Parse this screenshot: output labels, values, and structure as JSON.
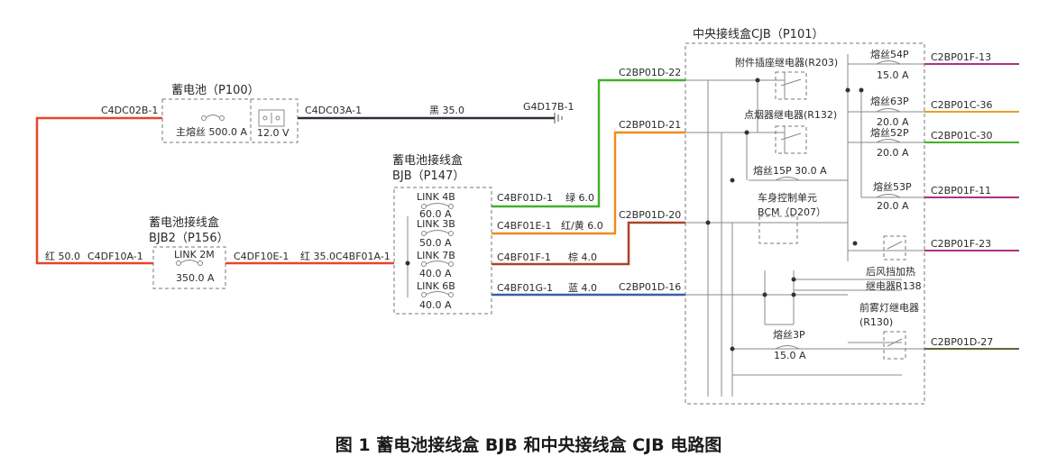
{
  "caption": "图 1 蓄电池接线盒 BJB 和中央接线盒 CJB 电路图",
  "battery": {
    "title": "蓄电池（P100）",
    "fuse": "主熔丝 500.0 A",
    "voltage": "12.0 V"
  },
  "bjb2": {
    "title1": "蓄电池接线盒",
    "title2": "BJB2（P156）",
    "link": "LINK 2M",
    "link_rating": "350.0 A"
  },
  "bjb": {
    "title1": "蓄电池接线盒",
    "title2": "BJB（P147）",
    "links": [
      {
        "name": "LINK 4B",
        "rating": "60.0 A"
      },
      {
        "name": "LINK 3B",
        "rating": "50.0 A"
      },
      {
        "name": "LINK 7B",
        "rating": "40.0 A"
      },
      {
        "name": "LINK 6B",
        "rating": "40.0 A"
      }
    ]
  },
  "cjb": {
    "title": "中央接线盒CJB（P101）",
    "relay_r203": "附件插座继电器(R203)",
    "relay_r132": "点烟器继电器(R132)",
    "fuse15p": "熔丝15P 30.0 A",
    "bcm1": "车身控制单元",
    "bcm2": "BCM（D207）",
    "fuse54p": "熔丝54P",
    "fuse54p_rating": "15.0 A",
    "fuse63p": "熔丝63P",
    "fuse63p_rating": "20.0 A",
    "fuse52p": "熔丝52P",
    "fuse52p_rating": "20.0 A",
    "fuse53p": "熔丝53P",
    "fuse53p_rating": "20.0 A",
    "relay_r138_1": "后风挡加热",
    "relay_r138_2": "继电器R138",
    "relay_r130_1": "前雾灯继电器",
    "relay_r130_2": "(R130)",
    "fuse3p": "熔丝3P",
    "fuse3p_rating": "15.0 A"
  },
  "wires": {
    "c4dc02b": "C4DC02B-1",
    "c4dc03a": "C4DC03A-1",
    "black35": "黑 35.0",
    "g4d17b": "G4D17B-1",
    "red50": "红 50.0",
    "c4df10a": "C4DF10A-1",
    "c4df10e": "C4DF10E-1",
    "red35": "红 35.0",
    "c4bf01a": "C4BF01A-1",
    "c4bf01d": "C4BF01D-1",
    "green6": "绿 6.0",
    "c4bf01e": "C4BF01E-1",
    "redyellow6": "红/黄 6.0",
    "c4bf01f": "C4BF01F-1",
    "brown4": "棕 4.0",
    "c4bf01g": "C4BF01G-1",
    "blue4": "蓝 4.0",
    "c2bp01d22": "C2BP01D-22",
    "c2bp01d21": "C2BP01D-21",
    "c2bp01d20": "C2BP01D-20",
    "c2bp01d16": "C2BP01D-16",
    "c2bp01f13": "C2BP01F-13",
    "c2bp01c36": "C2BP01C-36",
    "c2bp01c30": "C2BP01C-30",
    "c2bp01f11": "C2BP01F-11",
    "c2bp01f23": "C2BP01F-23",
    "c2bp01d27": "C2BP01D-27"
  },
  "colors": {
    "red": "#e8452a",
    "black": "#2b2b3a",
    "green": "#43b02a",
    "orange": "#f08a1c",
    "brown": "#a8452a",
    "blue": "#3a5fa8",
    "purple": "#b0307a",
    "amber": "#e8a020",
    "olive": "#5a6a3a"
  }
}
